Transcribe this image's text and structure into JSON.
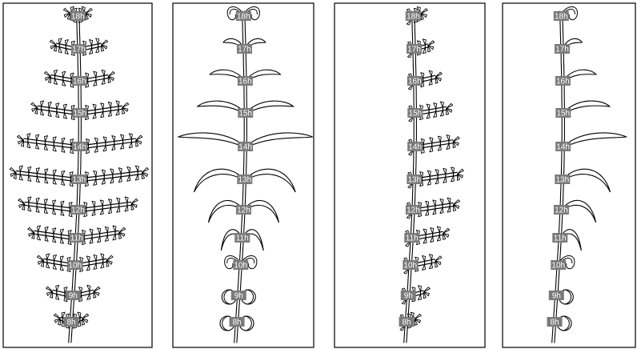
{
  "panels": [
    {
      "id": "panel-1",
      "style": "compound-frond",
      "labels": [
        "18h",
        "17h",
        "16h",
        "15h",
        "14h",
        "13h",
        "12h",
        "11h",
        "10h",
        "9h",
        "8h"
      ],
      "frond_widths": [
        0.1,
        0.33,
        0.42,
        0.62,
        0.82,
        0.92,
        0.78,
        0.62,
        0.46,
        0.3,
        0.16
      ]
    },
    {
      "id": "panel-2",
      "style": "simple-leaf",
      "labels": [
        "18h",
        "17h",
        "16h",
        "15h",
        "14h",
        "13h",
        "12h",
        "11h",
        "10h",
        "9h",
        "8h"
      ],
      "frond_widths": [
        0.18,
        0.3,
        0.5,
        0.68,
        0.95,
        0.72,
        0.5,
        0.3,
        0.22,
        0.2,
        0.2
      ]
    },
    {
      "id": "panel-3",
      "style": "compound-frond-half",
      "labels": [
        "18h",
        "17h",
        "16h",
        "15h",
        "14h",
        "13h",
        "12h",
        "11h",
        "10h",
        "9h",
        "8h"
      ],
      "frond_widths": [
        0.05,
        0.2,
        0.3,
        0.45,
        0.55,
        0.62,
        0.58,
        0.45,
        0.36,
        0.22,
        0.12
      ]
    },
    {
      "id": "panel-4",
      "style": "simple-leaf-half",
      "labels": [
        "18h",
        "17h",
        "16h",
        "15h",
        "14h",
        "13h",
        "12h",
        "11h",
        "10h",
        "9h",
        "8h"
      ],
      "frond_widths": [
        0.2,
        0.3,
        0.5,
        0.7,
        0.95,
        0.72,
        0.52,
        0.32,
        0.22,
        0.2,
        0.2
      ]
    }
  ]
}
